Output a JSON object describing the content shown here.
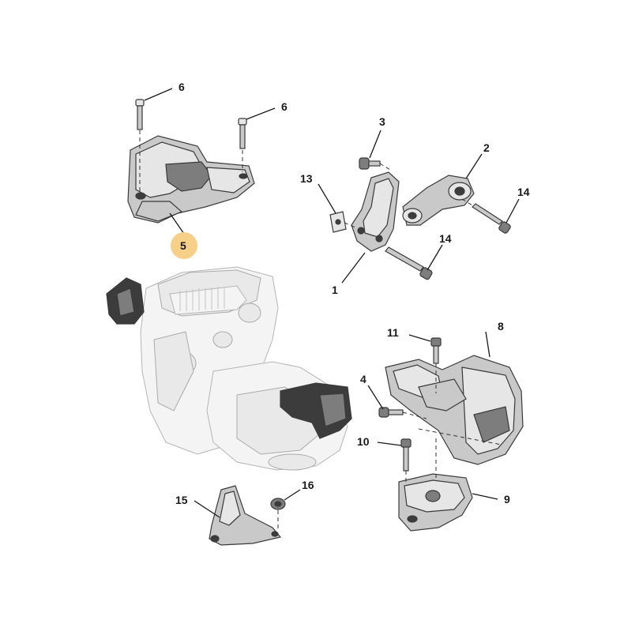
{
  "callouts": [
    {
      "id": "c1",
      "label": "1"
    },
    {
      "id": "c2",
      "label": "2"
    },
    {
      "id": "c3",
      "label": "3"
    },
    {
      "id": "c4",
      "label": "4"
    },
    {
      "id": "c5",
      "label": "5",
      "highlight": true
    },
    {
      "id": "c6a",
      "label": "6"
    },
    {
      "id": "c6b",
      "label": "6"
    },
    {
      "id": "c8",
      "label": "8"
    },
    {
      "id": "c9",
      "label": "9"
    },
    {
      "id": "c10",
      "label": "10"
    },
    {
      "id": "c11",
      "label": "11"
    },
    {
      "id": "c13",
      "label": "13"
    },
    {
      "id": "c14a",
      "label": "14"
    },
    {
      "id": "c14b",
      "label": "14"
    },
    {
      "id": "c15",
      "label": "15"
    },
    {
      "id": "c16",
      "label": "16"
    }
  ],
  "colors": {
    "highlight": "#f6cf88",
    "ink": "#1a1a1a",
    "part_fill": "#c9c9c9",
    "background": "#ffffff"
  }
}
